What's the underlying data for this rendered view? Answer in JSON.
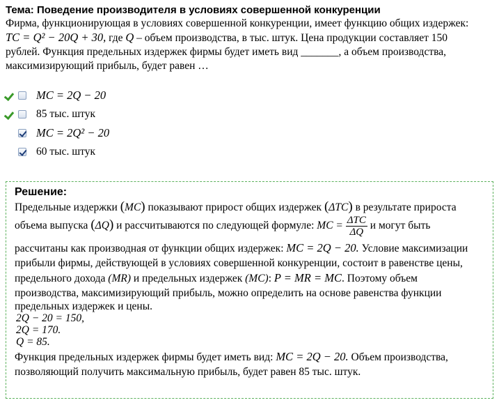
{
  "topic": "Тема: Поведение производителя в условиях совершенной конкуренции",
  "question": {
    "line1": "Фирма, функционирующая в условиях совершенной конкуренции, имеет функцию общих издержек:",
    "tc_formula": "TC = Q² − 20Q + 30,",
    "line2_mid": " где ",
    "q_symbol": "Q",
    "line2_rest": " – объем производства, в тыс. штук. Цена продукции составляет 150",
    "line3": "рублей. Функция предельных издержек фирмы будет иметь вид _______, а объем производства,",
    "line4": "максимизирующий прибыль, будет равен …"
  },
  "answers": [
    {
      "text": "MC = 2Q − 20",
      "type": "formula",
      "correct": true,
      "checked": false
    },
    {
      "text": "85 тыс. штук",
      "type": "text",
      "correct": true,
      "checked": false
    },
    {
      "text": "MC = 2Q² − 20",
      "type": "formula",
      "correct": false,
      "checked": true
    },
    {
      "text": "60 тыс. штук",
      "type": "text",
      "correct": false,
      "checked": true
    }
  ],
  "solution": {
    "title": "Решение:",
    "p1a": "Предельные издержки ",
    "mc": "MC",
    "p1b": " показывают прирост общих издержек ",
    "dtc": "ΔTC",
    "p1c": " в результате прироста",
    "p2a": "объема выпуска ",
    "dq": "ΔQ",
    "p2b": " и рассчитываются по следующей формуле: ",
    "mc_eq": "MC =",
    "frac_num": "ΔTC",
    "frac_den": "ΔQ",
    "p2c": " и могут быть",
    "p3a": "рассчитаны как производная от функции общих издержек: ",
    "mc_formula": "MC = 2Q − 20.",
    "p3b": " Условие максимизации",
    "p4": "прибыли фирмы, действующей в условиях совершенной конкуренции, состоит в равенстве цены,",
    "p5a": "предельного дохода ",
    "mr": "(MR)",
    "p5b": " и предельных издержек ",
    "mc_paren": "(MC)",
    "p5c": ": ",
    "pmrmc": "P = MR = MC",
    "p5d": ". Поэтому объем",
    "p6": "производства, максимизирующий прибыль, можно определить на основе равенства функции",
    "p7": "предельных издержек и цены.",
    "eq1": "2Q − 20 = 150,",
    "eq2": "2Q = 170.",
    "eq3": "Q = 85.",
    "p8a": "Функция предельных издержек фирмы будет иметь вид: ",
    "mc_formula2": "MC = 2Q − 20.",
    "p8b": " Объем производства,",
    "p9": "позволяющий получить максимальную прибыль, будет равен 85 тыс. штук."
  },
  "colors": {
    "correct_tick": "#3a9a2a",
    "solution_border": "#5cb15c",
    "checkbox_border": "#8aa0c0"
  }
}
